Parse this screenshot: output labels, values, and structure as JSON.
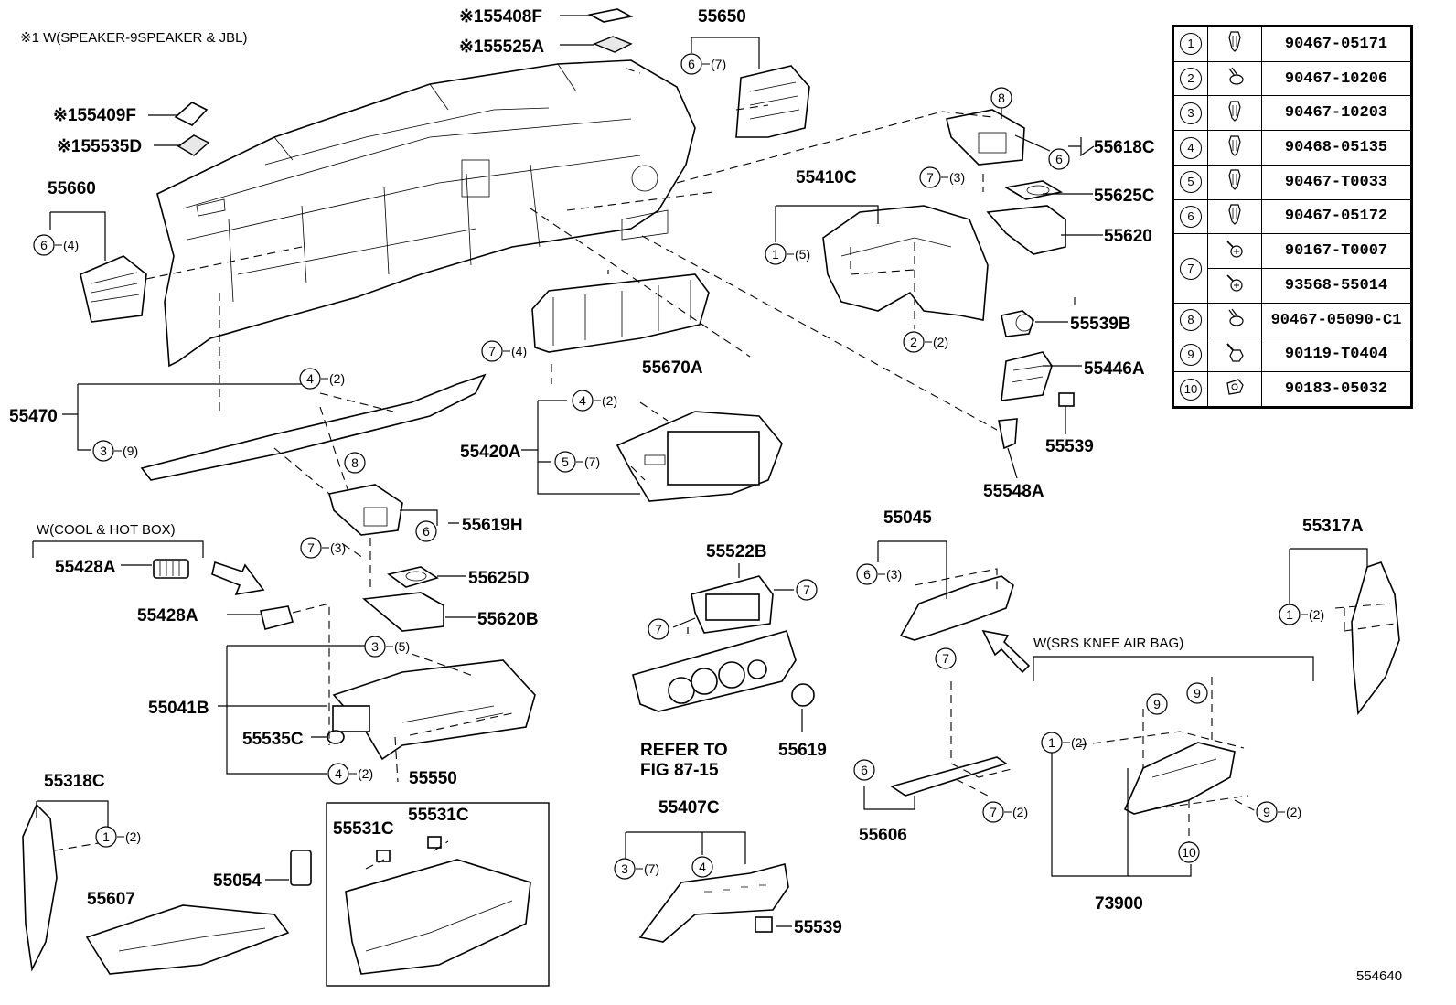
{
  "note_speaker": "※1 W(SPEAKER-9SPEAKER & JBL)",
  "note_cool_hot": "W(COOL & HOT BOX)",
  "note_srs": "W(SRS KNEE AIR BAG)",
  "refer_line1": "REFER TO",
  "refer_line2": "FIG 87-15",
  "figure_id": "554640",
  "parts": {
    "p55408F": "※155408F",
    "p55525A": "※155525A",
    "p55409F": "※155409F",
    "p55535D": "※155535D",
    "p55650": "55650",
    "p55660": "55660",
    "p55618C": "55618C",
    "p55410C": "55410C",
    "p55625C": "55625C",
    "p55620": "55620",
    "p55539B": "55539B",
    "p55446A": "55446A",
    "p55539a": "55539",
    "p55548A": "55548A",
    "p55670A": "55670A",
    "p55470": "55470",
    "p55420A": "55420A",
    "p55619H": "55619H",
    "p55625D": "55625D",
    "p55620B": "55620B",
    "p55428Aa": "55428A",
    "p55428Ab": "55428A",
    "p55522B": "55522B",
    "p55619": "55619",
    "p55045": "55045",
    "p55317A": "55317A",
    "p55041B": "55041B",
    "p55535C": "55535C",
    "p55550": "55550",
    "p55318C": "55318C",
    "p55531Ca": "55531C",
    "p55531Cb": "55531C",
    "p55054": "55054",
    "p55607": "55607",
    "p55407C": "55407C",
    "p55539b": "55539",
    "p55606": "55606",
    "p73900": "73900"
  },
  "callouts": {
    "c6_7_top": {
      "n": "6",
      "q": "(7)"
    },
    "c6_4": {
      "n": "6",
      "q": "(4)"
    },
    "c8_top": {
      "n": "8"
    },
    "c6_618": {
      "n": "6"
    },
    "c7_3_top": {
      "n": "7",
      "q": "(3)"
    },
    "c1_5": {
      "n": "1",
      "q": "(5)"
    },
    "c2_2": {
      "n": "2",
      "q": "(2)"
    },
    "c7_4": {
      "n": "7",
      "q": "(4)"
    },
    "c4_2_470": {
      "n": "4",
      "q": "(2)"
    },
    "c3_9": {
      "n": "3",
      "q": "(9)"
    },
    "c4_2_420": {
      "n": "4",
      "q": "(2)"
    },
    "c5_7": {
      "n": "5",
      "q": "(7)"
    },
    "c8_mid": {
      "n": "8"
    },
    "c6_619": {
      "n": "6"
    },
    "c7_3_mid": {
      "n": "7",
      "q": "(3)"
    },
    "c7_522a": {
      "n": "7"
    },
    "c7_522b": {
      "n": "7"
    },
    "c6_3_045": {
      "n": "6",
      "q": "(3)"
    },
    "c7_045": {
      "n": "7"
    },
    "c1_2_317": {
      "n": "1",
      "q": "(2)"
    },
    "c3_5": {
      "n": "3",
      "q": "(5)"
    },
    "c4_2_041": {
      "n": "4",
      "q": "(2)"
    },
    "c1_2_318": {
      "n": "1",
      "q": "(2)"
    },
    "c6_606": {
      "n": "6"
    },
    "c7_2_606": {
      "n": "7",
      "q": "(2)"
    },
    "c3_7_407": {
      "n": "3",
      "q": "(7)"
    },
    "c4_407": {
      "n": "4"
    },
    "c9_a": {
      "n": "9"
    },
    "c9_b": {
      "n": "9"
    },
    "c1_2_739": {
      "n": "1",
      "q": "(2)"
    },
    "c9_2": {
      "n": "9",
      "q": "(2)"
    },
    "c10": {
      "n": "10"
    }
  },
  "legend": [
    {
      "n": "1",
      "icon": "clip-icon",
      "part": "90467-05171"
    },
    {
      "n": "2",
      "icon": "push-rivet-icon",
      "part": "90467-10206"
    },
    {
      "n": "3",
      "icon": "clip-icon",
      "part": "90467-10203"
    },
    {
      "n": "4",
      "icon": "clip-icon",
      "part": "90468-05135"
    },
    {
      "n": "5",
      "icon": "clip-icon",
      "part": "90467-T0033"
    },
    {
      "n": "6",
      "icon": "clip-icon",
      "part": "90467-05172"
    },
    {
      "n": "7",
      "icon": "screw-icon",
      "part": "90167-T0007"
    },
    {
      "n": "",
      "icon": "screw-icon",
      "part": "93568-55014"
    },
    {
      "n": "8",
      "icon": "push-rivet-icon",
      "part": "90467-05090-C1"
    },
    {
      "n": "9",
      "icon": "bolt-icon",
      "part": "90119-T0404"
    },
    {
      "n": "10",
      "icon": "nut-icon",
      "part": "90183-05032"
    }
  ]
}
